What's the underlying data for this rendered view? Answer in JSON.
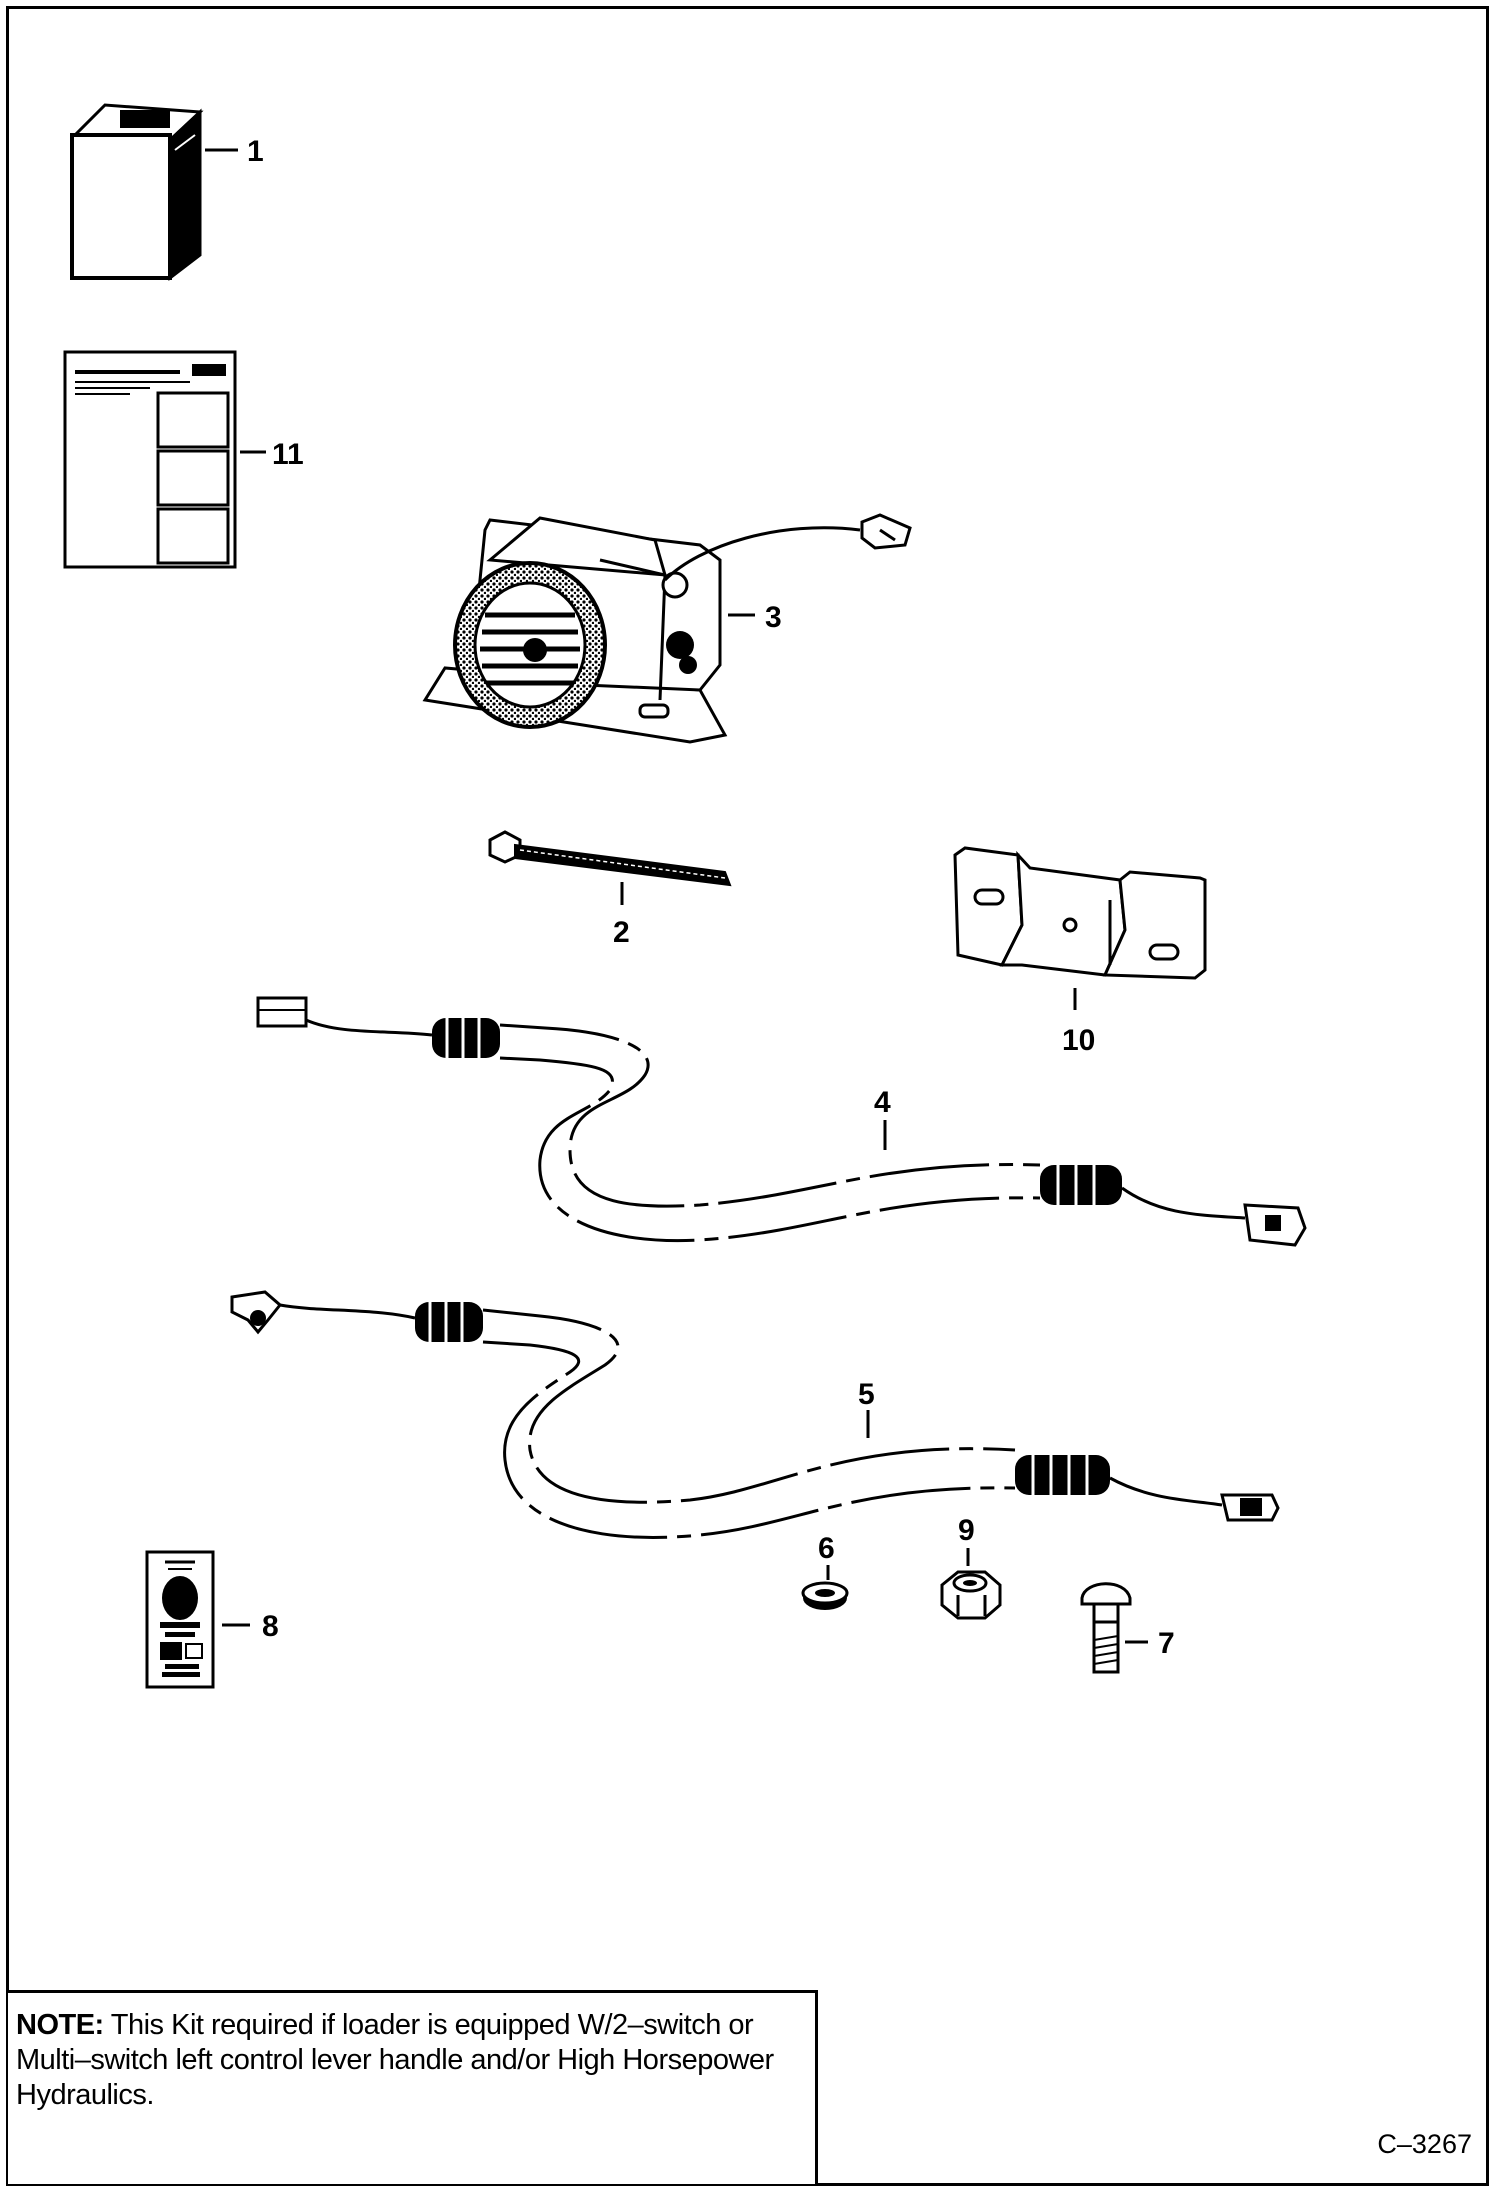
{
  "diagram": {
    "callouts": {
      "item_1": "1",
      "item_2": "2",
      "item_3": "3",
      "item_4": "4",
      "item_5": "5",
      "item_6": "6",
      "item_7": "7",
      "item_8": "8",
      "item_9": "9",
      "item_10": "10",
      "item_11": "11"
    }
  },
  "note": {
    "label": "NOTE:",
    "text": " This Kit required if loader is equipped W/2–switch or Multi–switch left control lever handle and/or High Horsepower Hydraulics."
  },
  "figure_id": "C–3267",
  "colors": {
    "line": "#000000",
    "background": "#ffffff"
  }
}
